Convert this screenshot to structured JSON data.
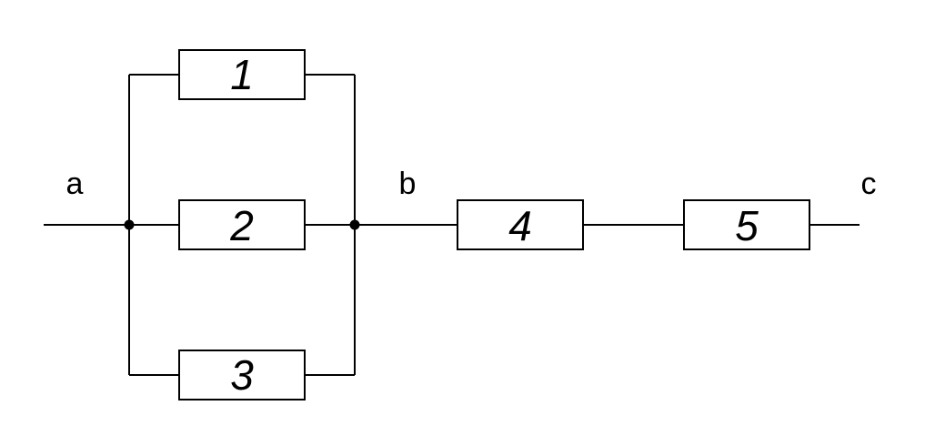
{
  "nodes": {
    "a": "a",
    "b": "b",
    "c": "c"
  },
  "resistors": [
    {
      "label": "1"
    },
    {
      "label": "2"
    },
    {
      "label": "3"
    },
    {
      "label": "4"
    },
    {
      "label": "5"
    }
  ],
  "colors": {
    "line": "#000000",
    "background": "#ffffff"
  }
}
